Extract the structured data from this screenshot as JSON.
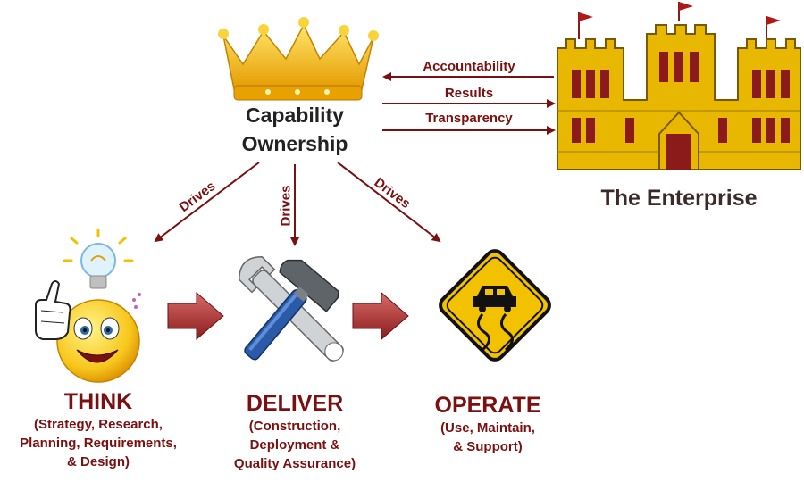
{
  "capability": {
    "line1": "Capability",
    "line2": "Ownership"
  },
  "enterprise": {
    "label": "The Enterprise"
  },
  "links": {
    "accountability": "Accountability",
    "results": "Results",
    "transparency": "Transparency"
  },
  "drives": {
    "left": "Drives",
    "center": "Drives",
    "right": "Drives"
  },
  "stages": [
    {
      "title": "THINK",
      "lines": [
        "(Strategy, Research,",
        "Planning, Requirements,",
        "& Design)"
      ]
    },
    {
      "title": "DELIVER",
      "lines": [
        "(Construction,",
        "Deployment &",
        "Quality Assurance)"
      ]
    },
    {
      "title": "OPERATE",
      "lines": [
        "(Use, Maintain,",
        "& Support)"
      ]
    }
  ],
  "icons": {
    "crown": "crown-icon",
    "castle": "castle-icon",
    "idea": "idea-smiley-icon",
    "tools": "hammer-wrench-icon",
    "sign": "slippery-road-sign-icon"
  },
  "colors": {
    "accent": "#7a1010",
    "gold": "#f5c400",
    "castle": "#e8b800",
    "castle_dark": "#8b1a1a"
  }
}
